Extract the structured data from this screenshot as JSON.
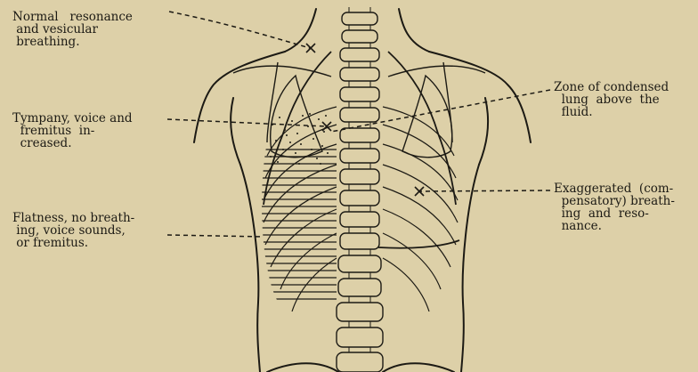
{
  "labels": {
    "normal_resonance": "Normal   resonance\n and vesicular\n breathing.",
    "tympany": "Tympany, voice and\n  fremitus  in-\n  creased.",
    "flatness": "Flatness, no breath-\n ing, voice sounds,\n or fremitus.",
    "zone_condensed": "Zone of condensed\n  lung  above  the\n  fluid.",
    "exaggerated": "Exaggerated  (com-\n  pensatory) breath-\n  ing  and  reso-\n  nance."
  },
  "colors": {
    "paper": "#ddd0a8",
    "ink": "#1c1a14"
  }
}
